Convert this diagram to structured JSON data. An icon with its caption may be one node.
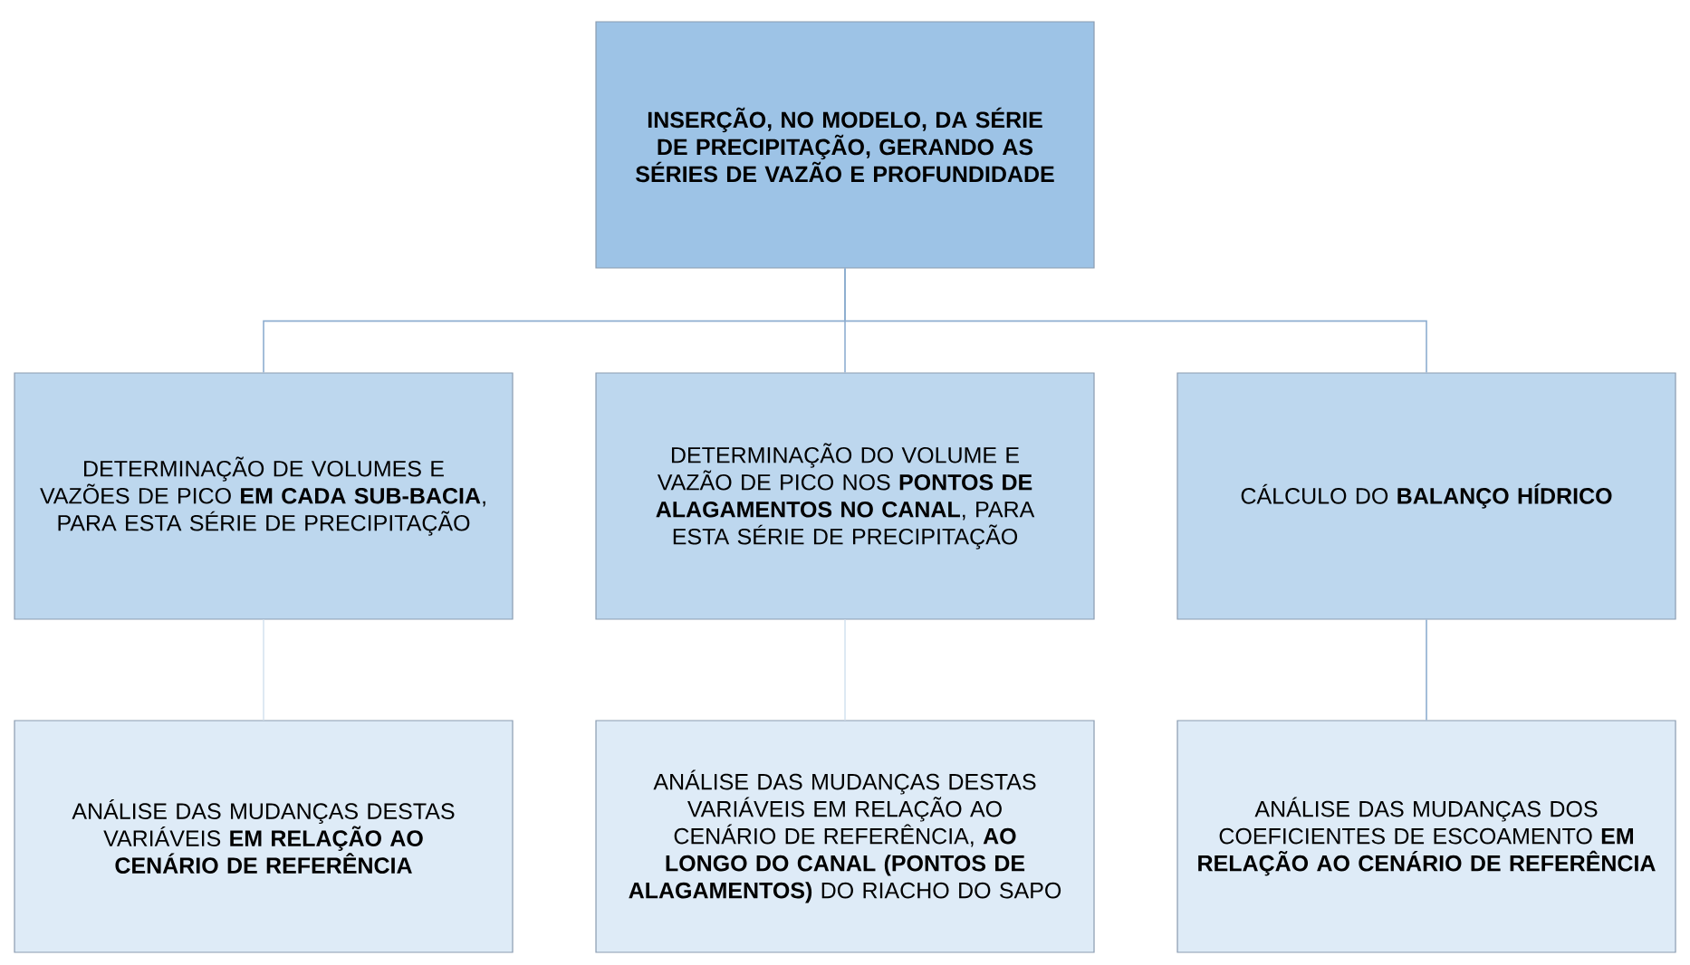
{
  "diagram": {
    "nodes": [
      {
        "text": [
          "INSERÇÃO, NO MODELO, DA SÉRIE DE PRECIPITAÇÃO, GERANDO AS SÉRIES DE VAZÃO E PROFUNDIDADE"
        ]
      },
      {
        "text": [
          "DETERMINAÇÃO DE VOLUMES E VAZÕES DE PICO **EM CADA SUB-BACIA**, PARA ESTA SÉRIE DE PRECIPITAÇÃO"
        ]
      },
      {
        "text": [
          "DETERMINAÇÃO DO VOLUME E VAZÃO DE PICO NOS **PONTOS DE ALAGAMENTOS NO CANAL**, PARA ESTA SÉRIE DE PRECIPITAÇÃO"
        ]
      },
      {
        "text": [
          "CÁLCULO DO **BALANÇO HÍDRICO**"
        ]
      },
      {
        "text": [
          "ANÁLISE DAS MUDANÇAS DESTAS VARIÁVEIS **EM RELAÇÃO AO CENÁRIO DE REFERÊNCIA**"
        ]
      },
      {
        "text": [
          "ANÁLISE DAS MUDANÇAS DESTAS VARIÁVEIS EM RELAÇÃO AO CENÁRIO DE REFERÊNCIA, **AO LONGO DO CANAL (PONTOS DE ALAGAMENTOS)** DO RIACHO DO SAPO"
        ]
      },
      {
        "text": [
          "ANÁLISE DAS MUDANÇAS DOS COEFICIENTES DE ESCOAMENTO **EM RELAÇÃO AO CENÁRIO DE REFERÊNCIA**"
        ]
      }
    ],
    "edges": [
      {
        "from": 0,
        "to": 1,
        "arrow": "none"
      },
      {
        "from": 0,
        "to": 2,
        "arrow": "none"
      },
      {
        "from": 0,
        "to": 3,
        "arrow": "none"
      },
      {
        "from": 1,
        "to": 4,
        "arrow": "none",
        "color": "#d6e3f0"
      },
      {
        "from": 2,
        "to": 5,
        "arrow": "none",
        "color": "#d6e3f0"
      },
      {
        "from": 3,
        "to": 6,
        "arrow": "none"
      }
    ]
  }
}
